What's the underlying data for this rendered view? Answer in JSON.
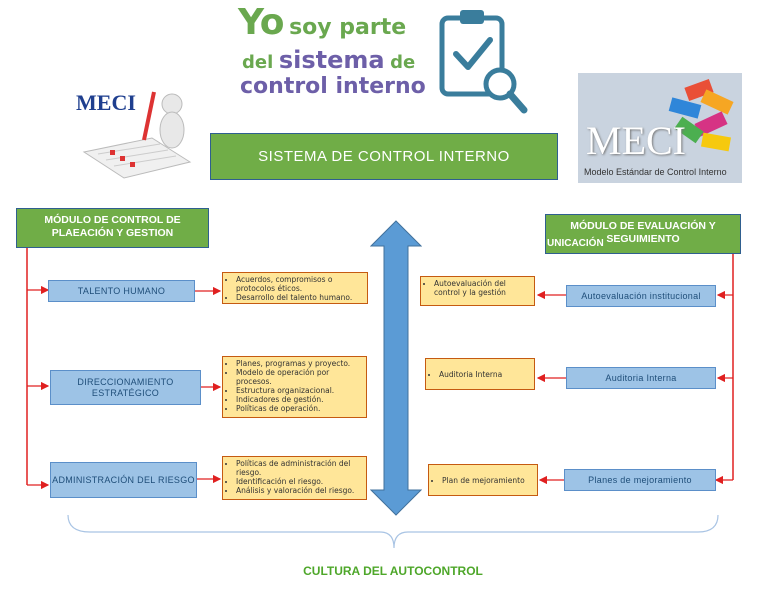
{
  "header": {
    "banner_line1_big": "Yo",
    "banner_line1_small": "soy parte",
    "banner_line2_a": "del",
    "banner_line2_b": "sistema",
    "banner_line2_c": "de",
    "banner_line3": "control interno",
    "title_box": "SISTEMA DE CONTROL INTERNO",
    "meci_left": "MECI",
    "meci_right": "MECI",
    "meci_right_caption": "Modelo Estándar de Control Interno"
  },
  "left_module": {
    "title": "MÓDULO DE CONTROL DE PLAEACIÓN Y GESTION",
    "items": [
      {
        "label": "TALENTO HUMANO",
        "bullets": [
          "Acuerdos, compromisos o protocolos éticos.",
          "Desarrollo del talento humano."
        ]
      },
      {
        "label": "DIRECCIONAMIENTO ESTRATÉGICO",
        "bullets": [
          "Planes, programas y proyecto.",
          "Modelo de operación por procesos.",
          "Estructura organizacional.",
          "Indicadores de gestión.",
          "Políticas de operación."
        ]
      },
      {
        "label": "ADMINISTRACIÓN DEL RIESGO",
        "bullets": [
          "Políticas de administración del riesgo.",
          "Identificación el riesgo.",
          "Análisis y valoración del riesgo."
        ]
      }
    ]
  },
  "right_module": {
    "title": "MÓDULO DE EVALUACIÓN Y SEGUIMIENTO",
    "overlap_text": "UNICACIÓN",
    "items": [
      {
        "label": "Autoevaluación institucional",
        "bullets": [
          "Autoevaluación del control y la gestión"
        ]
      },
      {
        "label": "Auditoria Interna",
        "bullets": [
          "Auditoria Interna"
        ]
      },
      {
        "label": "Planes de mejoramiento",
        "bullets": [
          "Plan de mejoramiento"
        ]
      }
    ]
  },
  "footer": {
    "caption": "CULTURA DEL AUTOCONTROL"
  },
  "colors": {
    "green": "#70ad47",
    "blue_box": "#9dc3e6",
    "yellow_box": "#ffe699",
    "red_line": "#e02020",
    "arrow_blue": "#5b9bd5",
    "banner_green": "#6aa84f",
    "banner_purple": "#6d5fa8"
  }
}
